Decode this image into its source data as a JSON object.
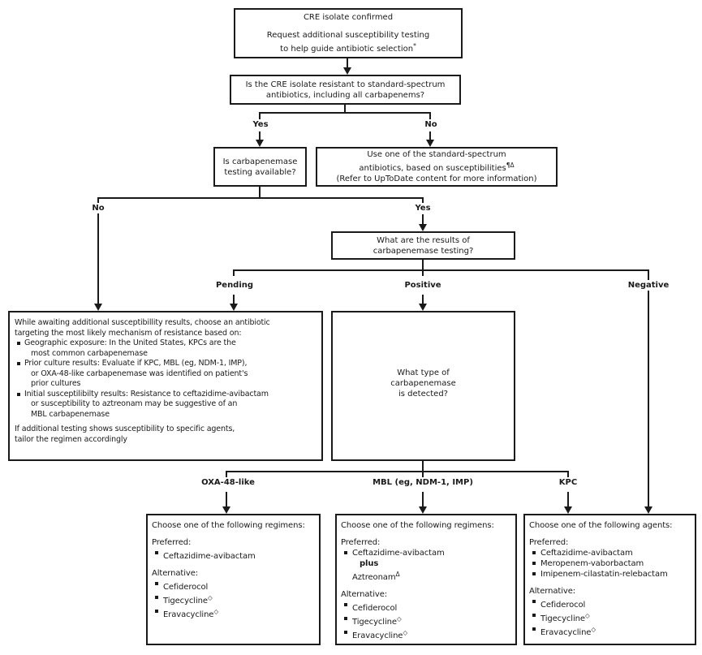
{
  "colors": {
    "background": "#ffffff",
    "line": "#1a1a1a",
    "text": "#1a1a1a"
  },
  "boxes": {
    "confirmed": {
      "line1": "CRE isolate confirmed",
      "line2": "Request additional susceptibility testing",
      "line3": "to help guide antibiotic selection",
      "line3_sup": "*"
    },
    "resistant_question": {
      "line1": "Is the CRE isolate resistant to standard-spectrum",
      "line2": "antibiotics, including all carbapenems?"
    },
    "testing_available": {
      "line1": "Is carbapenemase",
      "line2": "testing available?"
    },
    "standard_spectrum": {
      "line1": "Use one of the standard-spectrum",
      "line2": "antibiotics, based on susceptibilities",
      "line2_sup": "¶Δ",
      "line3": "(Refer to UpToDate content for more information)"
    },
    "results_question": {
      "line1": "What are the results of",
      "line2": "carbapenemase testing?"
    },
    "awaiting": {
      "intro1": "While awaiting additional susceptibillity results, choose an antibiotic",
      "intro2": "targeting the most likely mechanism of resistance based on:",
      "bullets": [
        {
          "l1": "Geographic exposure: In the United States, KPCs are the",
          "l2": "most common carbapenemase"
        },
        {
          "l1": "Prior culture results: Evaluate if KPC, MBL (eg, NDM-1, IMP),",
          "l2": "or OXA-48-like carbapenemase was identified on patient's",
          "l3": "prior cultures"
        },
        {
          "l1": "Initial susceptilibilty results: Resistance to ceftazidime-avibactam",
          "l2": "or susceptibility to aztreonam may be suggestive of an",
          "l3": "MBL carbapenemase"
        }
      ],
      "outro1": "If additional testing shows susceptibility to specific agents,",
      "outro2": "tailor the regimen accordingly"
    },
    "type_question": {
      "line1": "What type of",
      "line2": "carbapenemase",
      "line3": "is detected?"
    },
    "oxa": {
      "heading": "Choose one of the following regimens:",
      "preferred_label": "Preferred:",
      "preferred": [
        {
          "text": "Ceftazidime-avibactam"
        }
      ],
      "alternative_label": "Alternative:",
      "alternative": [
        {
          "text": "Cefiderocol"
        },
        {
          "text": "Tigecycline",
          "sup": "◇"
        },
        {
          "text": "Eravacycline",
          "sup": "◇"
        }
      ]
    },
    "mbl": {
      "heading": "Choose one of the following regimens:",
      "preferred_label": "Preferred:",
      "preferred_item": {
        "text": "Ceftazidime-avibactam"
      },
      "plus_word": "plus",
      "aztreonam": {
        "text": "Aztreonam",
        "sup": "Δ"
      },
      "alternative_label": "Alternative:",
      "alternative": [
        {
          "text": "Cefiderocol"
        },
        {
          "text": "Tigecycline",
          "sup": "◇"
        },
        {
          "text": "Eravacycline",
          "sup": "◇"
        }
      ]
    },
    "kpc": {
      "heading": "Choose one of the following agents:",
      "preferred_label": "Preferred:",
      "preferred": [
        {
          "text": "Ceftazidime-avibactam"
        },
        {
          "text": "Meropenem-vaborbactam"
        },
        {
          "text": "Imipenem-cilastatin-relebactam"
        }
      ],
      "alternative_label": "Alternative:",
      "alternative": [
        {
          "text": "Cefiderocol"
        },
        {
          "text": "Tigecycline",
          "sup": "◇"
        },
        {
          "text": "Eravacycline",
          "sup": "◇"
        }
      ]
    }
  },
  "labels": {
    "yes1": "Yes",
    "no1": "No",
    "no2": "No",
    "yes2": "Yes",
    "pending": "Pending",
    "positive": "Positive",
    "negative": "Negative",
    "oxa": "OXA-48-like",
    "mbl": "MBL (eg, NDM-1, IMP)",
    "kpc": "KPC"
  }
}
